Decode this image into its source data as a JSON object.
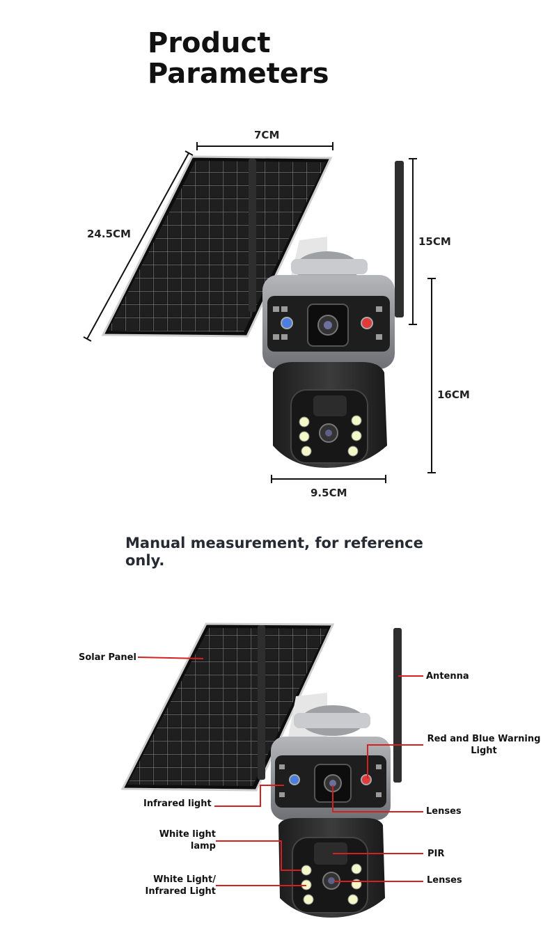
{
  "title": "Product\nParameters",
  "dimensions": {
    "panel_width": "7CM",
    "panel_height": "24.5CM",
    "antenna_height": "15CM",
    "camera_height": "16CM",
    "camera_width": "9.5CM"
  },
  "note": "Manual measurement, for reference only.",
  "callouts": {
    "solar_panel": "Solar Panel",
    "antenna": "Antenna",
    "warning_light": "Red and Blue Warning\nLight",
    "infrared_light": "Infrared light",
    "lenses_top": "Lenses",
    "white_light_lamp": "White light\nlamp",
    "pir": "PIR",
    "white_infrared_light": "White Light/\nInfrared Light",
    "lenses_bottom": "Lenses"
  },
  "colors": {
    "callout_line": "#d42020",
    "dimension_line": "#111111",
    "panel": "#141414",
    "panel_grid": "#8a8a8a",
    "camera_body": "#2b2b2b",
    "camera_band": "#8d8f94",
    "warning_red": "#e03a3a",
    "warning_blue": "#4a7fe0",
    "led_white": "#f4f7c8"
  }
}
